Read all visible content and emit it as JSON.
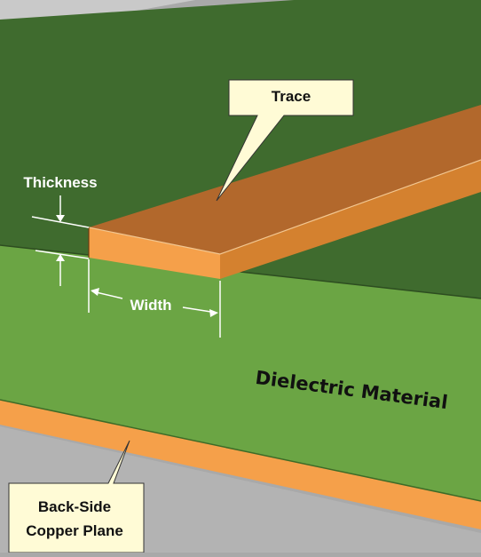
{
  "labels": {
    "trace": "Trace",
    "thickness": "Thickness",
    "width": "Width",
    "dielectric": "Dielectric Material",
    "backplane_line1": "Back-Side",
    "backplane_line2": "Copper Plane"
  },
  "colors": {
    "background_gray": "#a9a9a9",
    "dielectric_top": "#3f6b2e",
    "dielectric_side": "#6ba544",
    "copper_top": "#b2682c",
    "copper_front": "#f5a04a",
    "copper_plane": "#f5a04a",
    "callout_fill": "#fffbd6",
    "dimension_lines": "#ffffff",
    "text_dark": "#111111"
  }
}
